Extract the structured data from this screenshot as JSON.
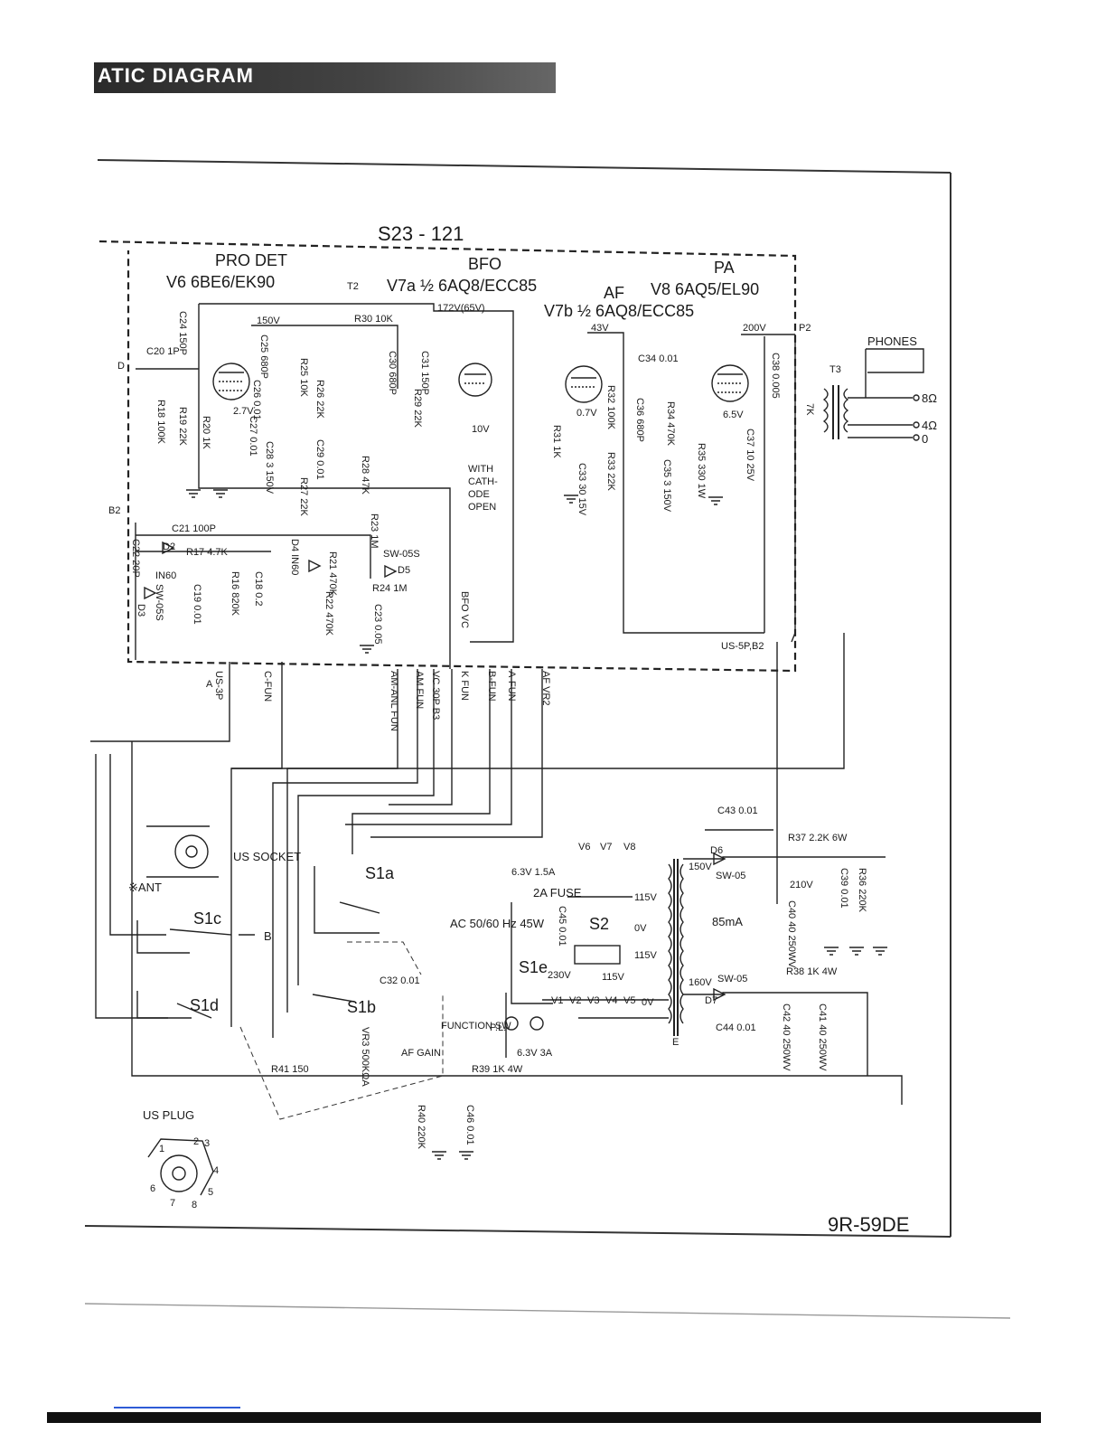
{
  "header": {
    "title": "ATIC DIAGRAM"
  },
  "model_code": "9R-59DE",
  "unit_code": "S23 - 121",
  "stages": {
    "prod_det": {
      "name": "PRO DET",
      "tube": "V6 6BE6/EK90"
    },
    "bfo": {
      "name": "BFO",
      "tube": "V7a ½ 6AQ8/ECC85"
    },
    "af": {
      "name": "AF",
      "tube": "V7b ½ 6AQ8/ECC85"
    },
    "pa": {
      "name": "PA",
      "tube": "V8 6AQ5/EL90"
    }
  },
  "voltages": {
    "v150": "150V",
    "v172": "172V(65V)",
    "v43": "43V",
    "v200": "200V",
    "v27": "2.7V",
    "v10": "10V",
    "v07": "0.7V",
    "v65": "6.5V",
    "v150b": "150V",
    "v210": "210V",
    "v160": "160V",
    "v85ma": "85mA"
  },
  "components": {
    "c20": "C20 1P",
    "c24": "C24 150P",
    "c25": "C25 680P",
    "c26": "C26 0.01",
    "c27": "C27 0.01",
    "c28": "C28 3 150V",
    "c29": "C29 0.01",
    "c30": "C30 680P",
    "c31": "C31 150P",
    "c21": "C21 100P",
    "c22": "C22 20P",
    "c19": "C19 0.01",
    "c18": "C18 0.2",
    "c23": "C23 0.05",
    "c33": "C33 30 15V",
    "c34": "C34 0.01",
    "c36": "C36 680P",
    "c35": "C35 3 150V",
    "c37": "C37 10 25V",
    "c38": "C38 0.005",
    "r18": "R18 100K",
    "r19": "R19 22K",
    "r20": "R20 1K",
    "r25": "R25 10K",
    "r26": "R26 22K",
    "r27": "R27 22K",
    "r28": "R28 47K",
    "r29": "R29 22K",
    "r30": "R30 10K",
    "r17": "R17 4.7K",
    "r16": "R16 820K",
    "r21": "R21 470K",
    "r22": "R22 470K",
    "r23": "R23 1M",
    "r24": "R24 1M",
    "r31": "R31 1K",
    "r32": "R32 100K",
    "r33": "R33 22K",
    "r34": "R34 470K",
    "r35": "R35 330 1W",
    "d2": "D2",
    "d2type": "IN60",
    "d3": "D3",
    "d3type": "SW-05S",
    "d4": "D4 IN60",
    "d5": "D5",
    "d5type": "SW-05S",
    "c43": "C43 0.01",
    "c44": "C44 0.01",
    "c45": "C45 0.01",
    "c32": "C32 0.01",
    "c39": "C39 0.01",
    "c40": "C40 40 250WV",
    "c41": "C41 40 250WV",
    "c42": "C42 40 250WV",
    "c46": "C46 0.01",
    "r36": "R36 220K",
    "r37": "R37 2.2K 6W",
    "r38": "R38 1K 4W",
    "r39": "R39 1K 4W",
    "r40": "R40 220K",
    "r41": "R41 150",
    "vr3": "VR3 500KΩA",
    "d6": "D6",
    "d7": "D7",
    "sw05a": "SW-05",
    "sw05b": "SW-05",
    "t2": "T2",
    "t3": "T3",
    "t3imp": "7K",
    "p2": "P2",
    "b2": "B2",
    "dlabel": "D"
  },
  "connectors": {
    "us3p": "US-3P",
    "a": "A",
    "cfun": "C-FUN",
    "amanl": "AM-ANL FUN",
    "amfun": "AM FUN",
    "vc30p": "VC 30P B3",
    "kfun": "K FUN",
    "bfun": "B-FUN",
    "afun": "A-FUN",
    "afvr2": "AF VR2",
    "bfovc": "BFO VC",
    "us5p": "US-5P,B2",
    "with_cathode": [
      "WITH",
      "CATH-",
      "ODE",
      "OPEN"
    ]
  },
  "phones": {
    "label": "PHONES",
    "o8": "8Ω",
    "o4": "4Ω",
    "o0": "0"
  },
  "switches": {
    "s1a": "S1a",
    "s1b": "S1b",
    "s1c": "S1c",
    "s1d": "S1d",
    "s1e": "S1e",
    "s2": "S2",
    "function_sw": "FUNCTION SW",
    "af_gain": "AF GAIN"
  },
  "power": {
    "heater": "6.3V 1.5A",
    "fuse": "2A FUSE",
    "ac": "AC 50/60 Hz 45W",
    "v115a": "115V",
    "v0a": "0V",
    "v115b": "115V",
    "v230": "230V",
    "v115c": "115V",
    "v0b": "0V",
    "heater2": "6.3V 3A",
    "pl": "P.L.",
    "tubes_top": [
      "V6",
      "V7",
      "V8"
    ],
    "tubes_bot": [
      "V1",
      "V2",
      "V3",
      "V4",
      "V5"
    ],
    "e": "E"
  },
  "us_socket": {
    "label": "US SOCKET",
    "ant": "※ANT",
    "b": "B"
  },
  "us_plug": {
    "label": "US PLUG",
    "pins": [
      "1",
      "2",
      "3",
      "4",
      "5",
      "6",
      "7",
      "8"
    ]
  }
}
